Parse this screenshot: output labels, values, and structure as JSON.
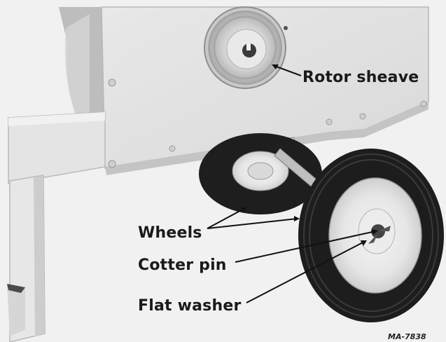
{
  "labels": {
    "rotor_sheave": "Rotor sheave",
    "wheels": "Wheels",
    "cotter_pin": "Cotter pin",
    "flat_washer": "Flat washer"
  },
  "figure_id": "MA-7838",
  "colors": {
    "background": "#f1f1f1",
    "housing_panel": "#e2e2e2",
    "tire": "#1e1e1e",
    "label_text": "#1a1a1a"
  }
}
